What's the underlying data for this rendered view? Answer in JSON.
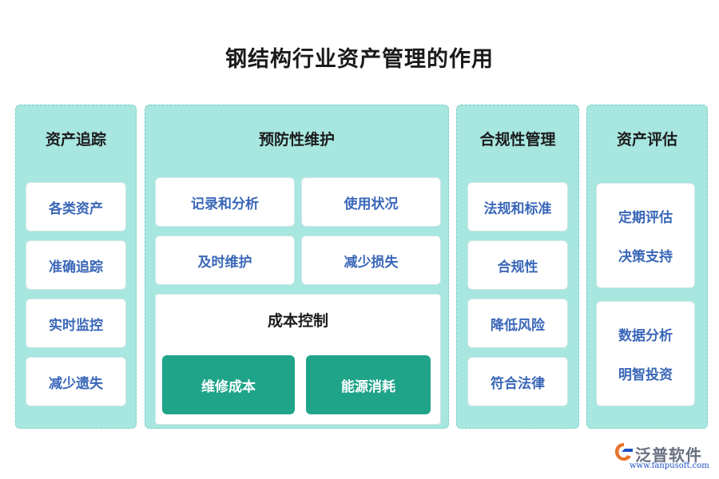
{
  "title": "钢结构行业资产管理的作用",
  "columns": [
    {
      "title": "资产追踪",
      "items": [
        "各类资产",
        "准确追踪",
        "实时监控",
        "减少遗失"
      ]
    },
    {
      "title": "预防性维护",
      "grid": [
        "记录和分析",
        "使用状况",
        "及时维护",
        "减少损失"
      ],
      "sub_title": "成本控制",
      "sub_items": [
        "维修成本",
        "能源消耗"
      ]
    },
    {
      "title": "合规性管理",
      "items": [
        "法规和标准",
        "合规性",
        "降低风险",
        "符合法律"
      ]
    },
    {
      "title": "资产评估",
      "groups": [
        [
          "定期评估",
          "决策支持"
        ],
        [
          "数据分析",
          "明智投资"
        ]
      ]
    }
  ],
  "logo": {
    "name": "泛普软件",
    "url": "www.fanpusoft.com",
    "icon": "fanpu-logo-icon"
  },
  "colors": {
    "column_bg": "#a8e6e0",
    "card_text": "#3a67b8",
    "accent_green": "#1fa48a"
  }
}
